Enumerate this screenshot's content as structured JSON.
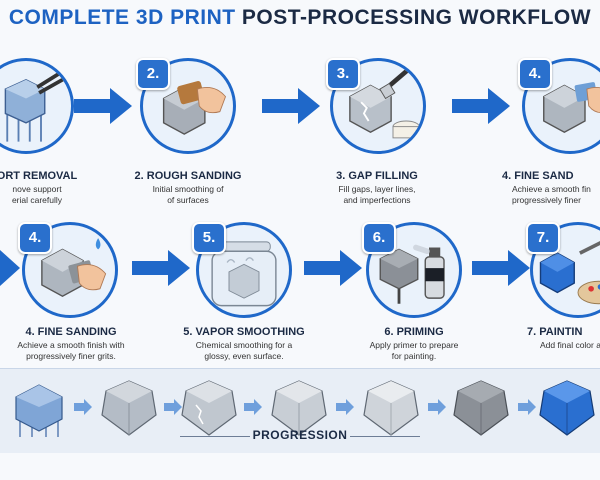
{
  "title": {
    "part1": "COMPLETE 3D PRINT",
    "part2": "POST-PROCESSING WORKFLOW"
  },
  "row1": [
    {
      "badge": "",
      "label": "ORT REMOVAL",
      "desc": "nove support\nerial carefully"
    },
    {
      "badge": "2.",
      "label": "2. ROUGH SANDING",
      "desc": "Initial smoothing of\nof surfaces"
    },
    {
      "badge": "3.",
      "label": "3. GAP FILLING",
      "desc": "Fill gaps, layer lines,\nand imperfections"
    },
    {
      "badge": "4.",
      "label": "4. FINE SAND",
      "desc": "Achieve a smooth fin\nprogressively finer"
    }
  ],
  "row2": [
    {
      "badge": "4.",
      "label": "4. FINE SANDING",
      "desc": "Achieve a smooth finish with\nprogressively finer grits."
    },
    {
      "badge": "5.",
      "label": "5. VAPOR SMOOTHING",
      "desc": "Chemical smoothing for a\nglossy, even surface."
    },
    {
      "badge": "6.",
      "label": "6. PRIMING",
      "desc": "Apply primer to prepare\nfor painting."
    },
    {
      "badge": "7.",
      "label": "7. PAINTIN",
      "desc": "Add final color and"
    }
  ],
  "strip": {
    "label": "PROGRESSION",
    "stages": [
      "supported-print",
      "rough-sanded",
      "cracked-filled",
      "gap-filled",
      "fine-sanded",
      "primed",
      "painted"
    ]
  },
  "colors": {
    "accent": "#1f68c9",
    "dark_text": "#1b2a44",
    "painted": "#2a6fd0",
    "primer": "#8b9097",
    "raw": "#b9c2cc"
  }
}
